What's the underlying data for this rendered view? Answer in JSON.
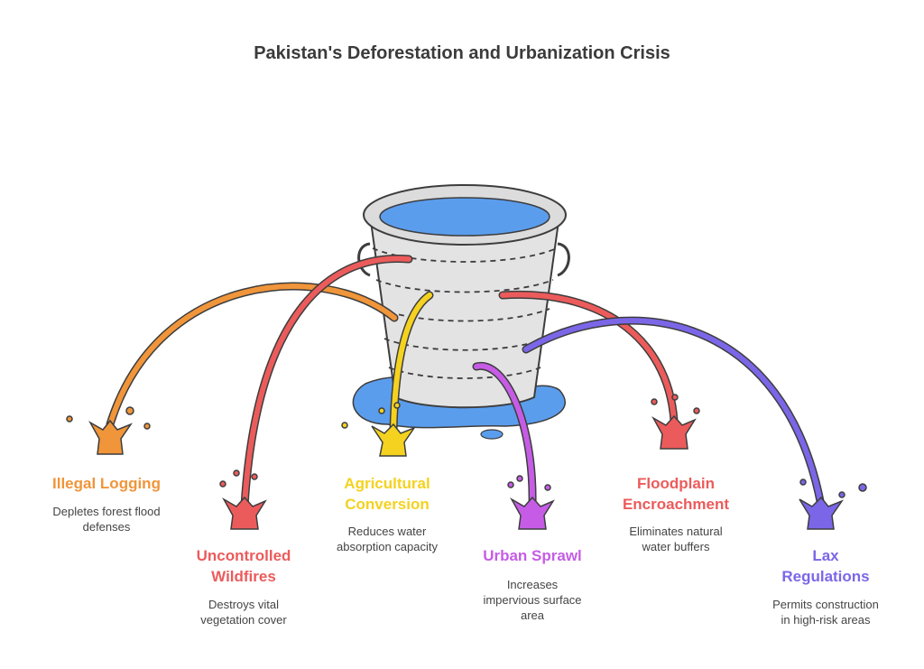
{
  "title": "Pakistan's Deforestation and Urbanization Crisis",
  "colors": {
    "orange": "#f0953a",
    "red": "#ec5b5b",
    "yellow": "#f4d21f",
    "purple": "#c65ce6",
    "violet": "#7b66e8",
    "water": "#5b9ded",
    "bucket": "#e3e3e3"
  },
  "items": [
    {
      "label_line1": "Illegal Logging",
      "label_line2": "",
      "desc_line1": "Depletes forest flood",
      "desc_line2": "defenses",
      "desc_line3": ""
    },
    {
      "label_line1": "Uncontrolled",
      "label_line2": "Wildfires",
      "desc_line1": "Destroys vital",
      "desc_line2": "vegetation cover",
      "desc_line3": ""
    },
    {
      "label_line1": "Agricultural",
      "label_line2": "Conversion",
      "desc_line1": "Reduces water",
      "desc_line2": "absorption capacity",
      "desc_line3": ""
    },
    {
      "label_line1": "Urban Sprawl",
      "label_line2": "",
      "desc_line1": "Increases",
      "desc_line2": "impervious surface",
      "desc_line3": "area"
    },
    {
      "label_line1": "Floodplain",
      "label_line2": "Encroachment",
      "desc_line1": "Eliminates natural",
      "desc_line2": "water buffers",
      "desc_line3": ""
    },
    {
      "label_line1": "Lax",
      "label_line2": "Regulations",
      "desc_line1": "Permits construction",
      "desc_line2": "in high-risk areas",
      "desc_line3": ""
    }
  ]
}
